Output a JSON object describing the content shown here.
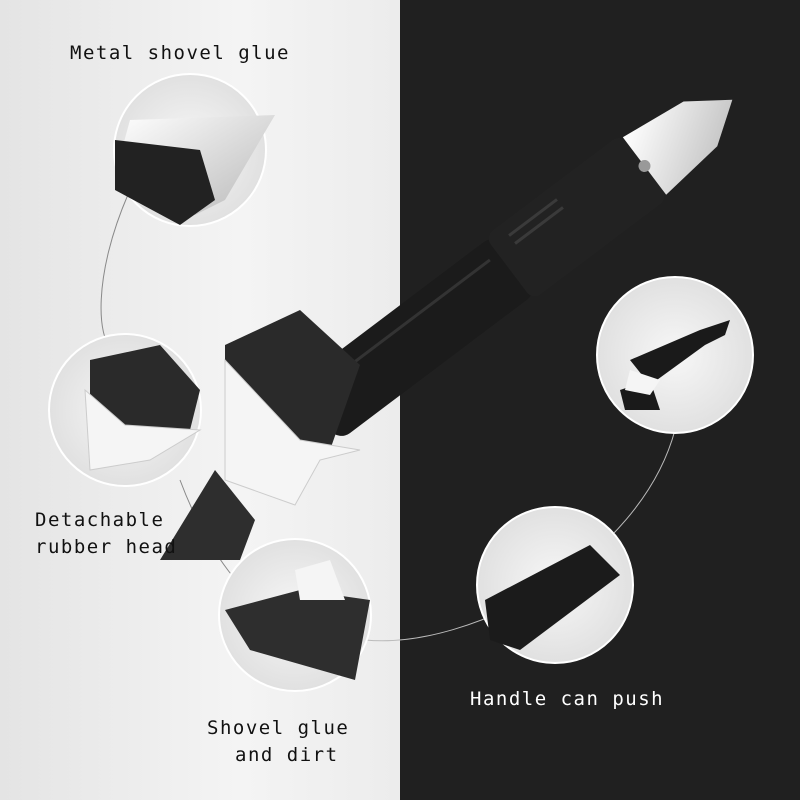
{
  "labels": {
    "metal_shovel": "Metal shovel glue",
    "detachable_line1": "Detachable",
    "detachable_line2": "rubber head",
    "shovel_line1": "Shovel glue",
    "shovel_line2": "and dirt",
    "handle": "Handle can push"
  },
  "colors": {
    "left_bg": "#eeeeee",
    "right_bg": "#202020",
    "tool": "#1a1a1a",
    "rubber": "#f5f5f5"
  }
}
